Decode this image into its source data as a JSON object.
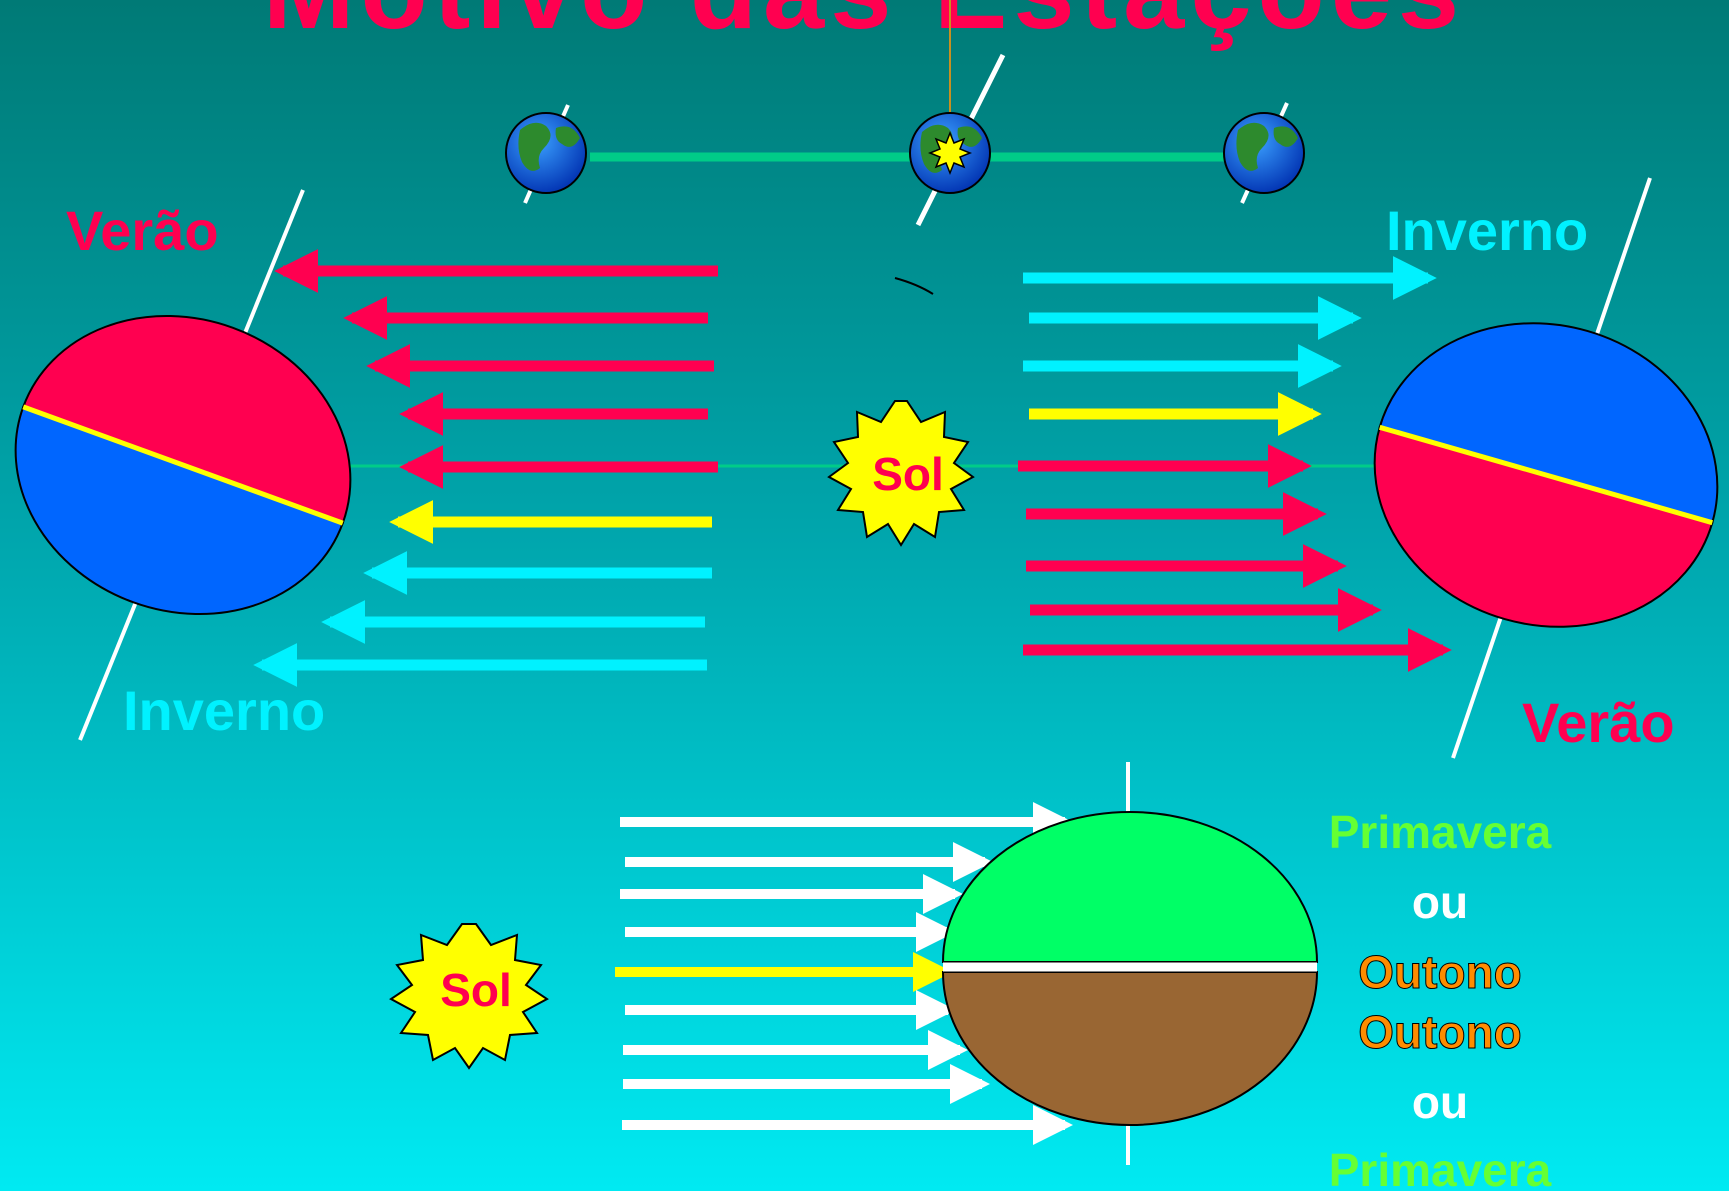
{
  "title": "Motivo das Estações",
  "sun_label": "Sol",
  "left_globe": {
    "top_label": "Verão",
    "bottom_label": "Inverno"
  },
  "right_globe": {
    "top_label": "Inverno",
    "bottom_label": "Verão"
  },
  "equinox": {
    "labels": [
      "Primavera",
      "ou",
      "Outono",
      "Outono",
      "ou",
      "Primavera"
    ]
  },
  "colors": {
    "summer": "#ff0050",
    "winter_text": "#00f2ff",
    "winter_fill": "#0066ff",
    "equator": "#ffff00",
    "spring": "#00ff66",
    "autumn_fill": "#996633",
    "autumn_text": "#ff8c00",
    "spring_text": "#66ff33",
    "orbit": "#00cc88"
  },
  "icons": [
    "earth-icon",
    "sun-burst-icon"
  ]
}
